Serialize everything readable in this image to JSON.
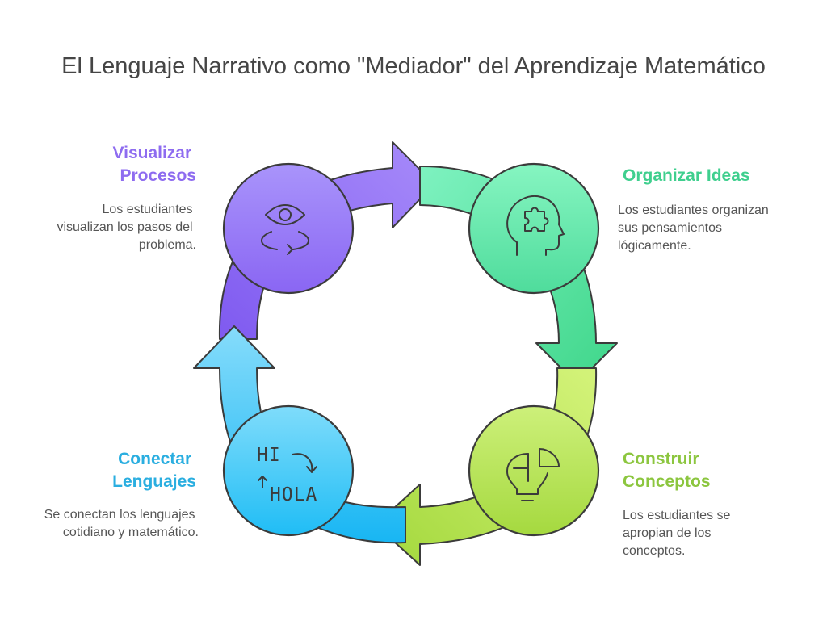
{
  "title": "El Lenguaje Narrativo como \"Mediador\" del Aprendizaje Matemático",
  "steps": [
    {
      "heading_lines": [
        "Visualizar",
        "Procesos"
      ],
      "desc_lines": [
        "Los estudiantes",
        "visualizan los pasos del",
        "problema."
      ],
      "icon": "eye-rotate-icon",
      "color": "#9b7cf6"
    },
    {
      "heading_lines": [
        "Organizar Ideas"
      ],
      "desc_lines": [
        "Los estudiantes organizan",
        "sus pensamientos",
        "lógicamente."
      ],
      "icon": "head-puzzle-icon",
      "color": "#4fd79a"
    },
    {
      "heading_lines": [
        "Construir",
        "Conceptos"
      ],
      "desc_lines": [
        "Los estudiantes se",
        "apropian de los",
        "conceptos."
      ],
      "icon": "lightbulb-pie-icon",
      "color": "#9ad23c"
    },
    {
      "heading_lines": [
        "Conectar",
        "Lenguajes"
      ],
      "desc_lines": [
        "Se conectan los lenguajes",
        "cotidiano y matemático."
      ],
      "icon": "translate-icon",
      "color": "#2bb9e6",
      "icon_text": [
        "HI",
        "HOLA"
      ]
    }
  ],
  "colors": {
    "purple_heading": "#8e6cf0",
    "green_heading": "#3fcf8e",
    "lime_heading": "#8cc63f",
    "blue_heading": "#2aaee0"
  }
}
